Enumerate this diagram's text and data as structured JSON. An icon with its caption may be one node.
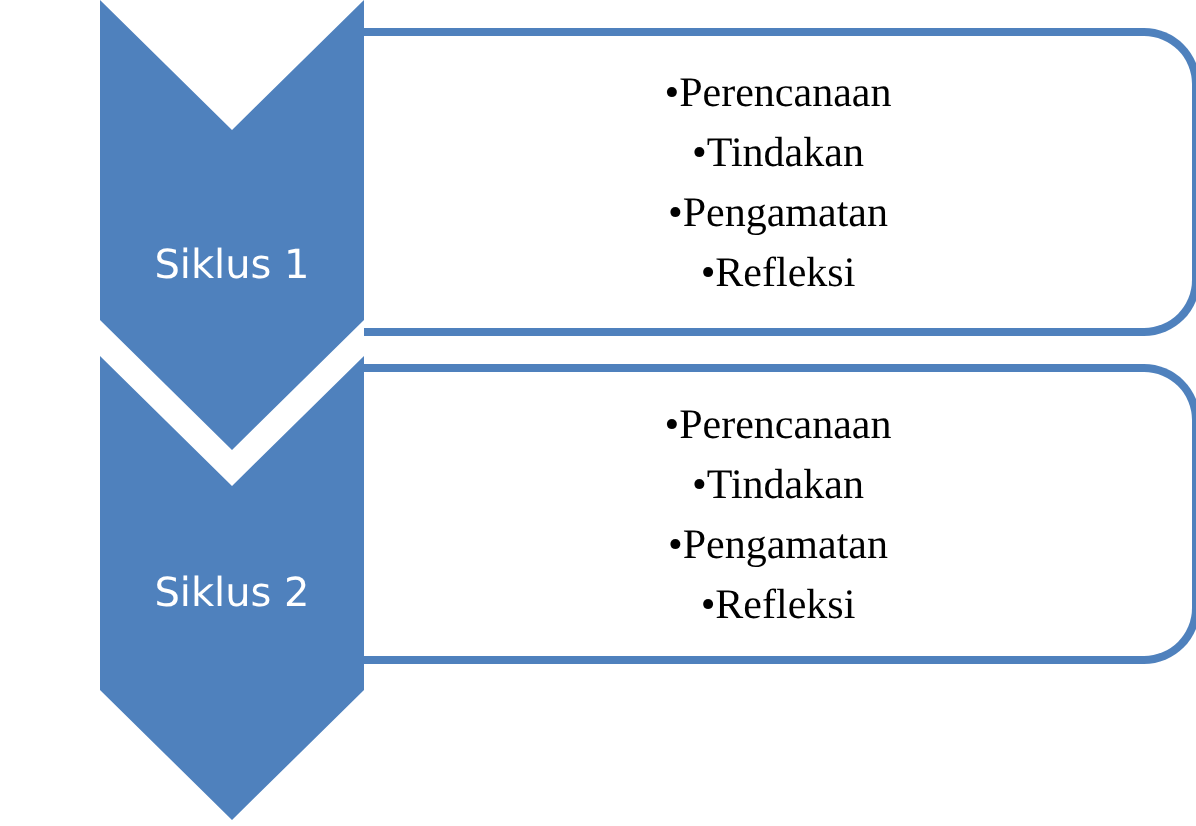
{
  "diagram": {
    "nodes": [
      {
        "text": [
          "Siklus 1"
        ]
      },
      {
        "text": [
          "•Perencanaan",
          "•Tindakan",
          "•Pengamatan",
          "•Refleksi"
        ]
      },
      {
        "text": [
          "Siklus 2"
        ]
      },
      {
        "text": [
          "•Perencanaan",
          "•Tindakan",
          "•Pengamatan",
          "•Refleksi"
        ]
      }
    ]
  }
}
